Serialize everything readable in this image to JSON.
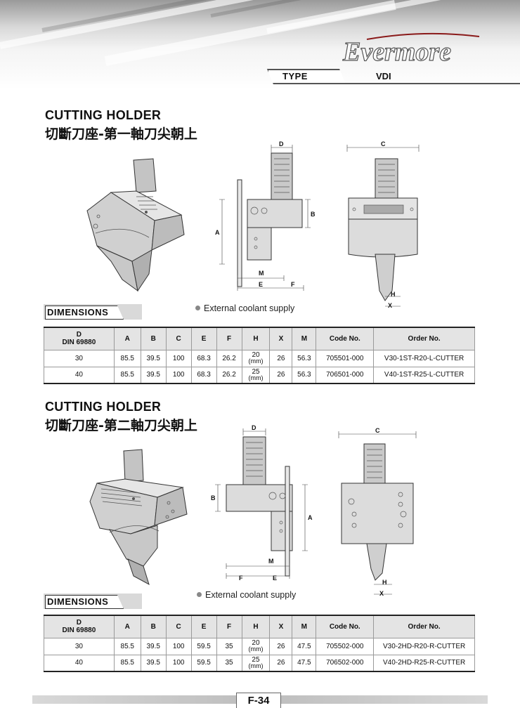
{
  "header": {
    "logo_text": "Evermore",
    "type_label": "TYPE",
    "type_value": "VDI"
  },
  "sections": [
    {
      "title_en": "CUTTING HOLDER",
      "title_zh": "切斷刀座-第一軸刀尖朝上",
      "dimensions_label": "DIMENSIONS",
      "coolant_note": "External coolant supply",
      "drawing_labels": {
        "d": "D",
        "b": "B",
        "a": "A",
        "m": "M",
        "e": "E",
        "f": "F",
        "c": "C",
        "h": "H",
        "x": "X"
      },
      "table": {
        "headers": {
          "d": "D",
          "din": "DIN 69880",
          "a": "A",
          "b": "B",
          "c": "C",
          "e": "E",
          "f": "F",
          "h": "H",
          "x": "X",
          "m": "M",
          "code": "Code No.",
          "order": "Order No."
        },
        "rows": [
          {
            "d": "30",
            "a": "85.5",
            "b": "39.5",
            "c": "100",
            "e": "68.3",
            "f": "26.2",
            "h": "20",
            "h_unit": "(mm)",
            "x": "26",
            "m": "56.3",
            "code": "705501-000",
            "order": "V30-1ST-R20-L-CUTTER"
          },
          {
            "d": "40",
            "a": "85.5",
            "b": "39.5",
            "c": "100",
            "e": "68.3",
            "f": "26.2",
            "h": "25",
            "h_unit": "(mm)",
            "x": "26",
            "m": "56.3",
            "code": "706501-000",
            "order": "V40-1ST-R25-L-CUTTER"
          }
        ]
      }
    },
    {
      "title_en": "CUTTING HOLDER",
      "title_zh": "切斷刀座-第二軸刀尖朝上",
      "dimensions_label": "DIMENSIONS",
      "coolant_note": "External coolant supply",
      "drawing_labels": {
        "d": "D",
        "b": "B",
        "a": "A",
        "m": "M",
        "e": "E",
        "f": "F",
        "c": "C",
        "h": "H",
        "x": "X"
      },
      "table": {
        "headers": {
          "d": "D",
          "din": "DIN 69880",
          "a": "A",
          "b": "B",
          "c": "C",
          "e": "E",
          "f": "F",
          "h": "H",
          "x": "X",
          "m": "M",
          "code": "Code No.",
          "order": "Order No."
        },
        "rows": [
          {
            "d": "30",
            "a": "85.5",
            "b": "39.5",
            "c": "100",
            "e": "59.5",
            "f": "35",
            "h": "20",
            "h_unit": "(mm)",
            "x": "26",
            "m": "47.5",
            "code": "705502-000",
            "order": "V30-2HD-R20-R-CUTTER"
          },
          {
            "d": "40",
            "a": "85.5",
            "b": "39.5",
            "c": "100",
            "e": "59.5",
            "f": "35",
            "h": "25",
            "h_unit": "(mm)",
            "x": "26",
            "m": "47.5",
            "code": "706502-000",
            "order": "V40-2HD-R25-R-CUTTER"
          }
        ]
      }
    }
  ],
  "footer": {
    "page": "F-34"
  }
}
